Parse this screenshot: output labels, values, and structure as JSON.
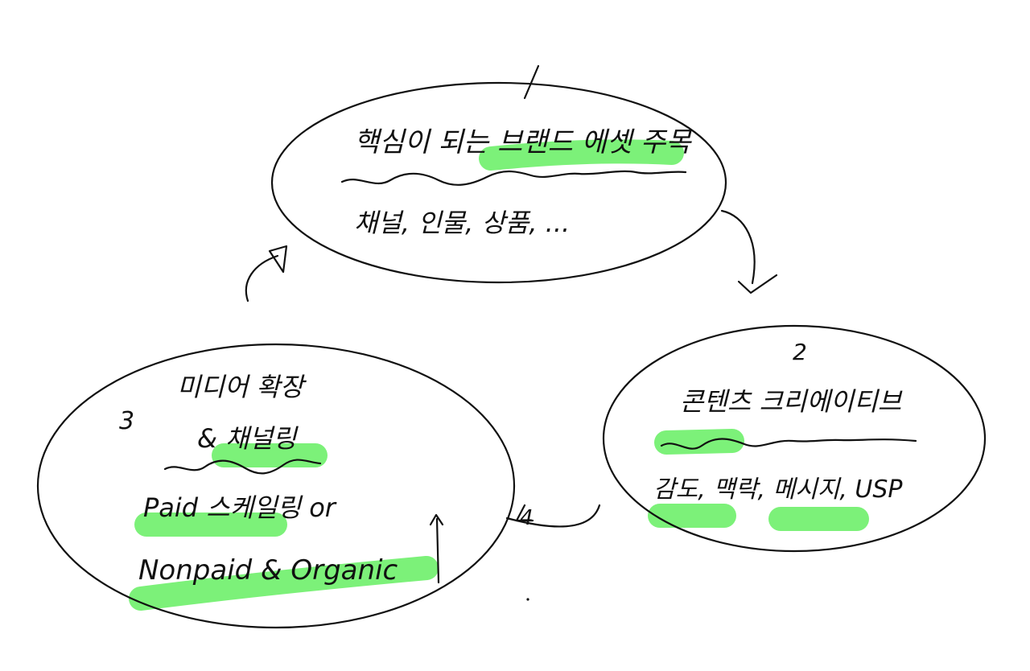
{
  "colors": {
    "ink": "#111111",
    "highlight": "#6ef06a",
    "background": "#ffffff"
  },
  "nodes": [
    {
      "number": "1",
      "title": "핵심이 되는 브랜드 에셋 주목",
      "body": "채널, 인물, 상품, ..."
    },
    {
      "number": "2",
      "title": "콘텐츠 크리에이티브",
      "body": "감도, 맥락, 메시지, USP"
    },
    {
      "number": "3",
      "title_line1": "미디어 확장",
      "title_line2": "& 채널링",
      "body_line1": "Paid 스케일링 or",
      "body_line2": "Nonpaid & Organic"
    }
  ],
  "arrows": [
    {
      "label": "4"
    }
  ]
}
